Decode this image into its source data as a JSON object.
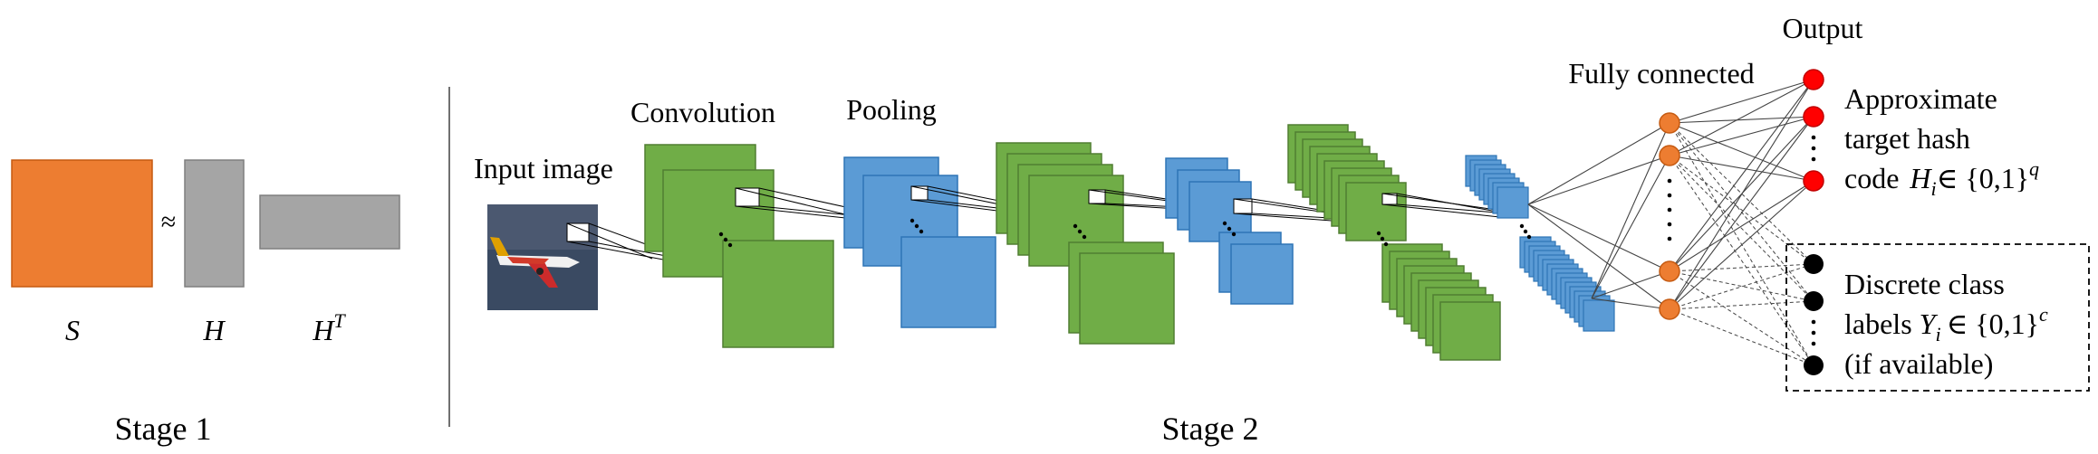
{
  "stage1": {
    "approx_symbol": "≈",
    "label_s": "S",
    "label_h": "H",
    "label_ht_base": "H",
    "label_ht_sup": "T",
    "stage_label": "Stage 1"
  },
  "stage2": {
    "input_label": "Input image",
    "convolution_label": "Convolution",
    "pooling_label": "Pooling",
    "fully_connected_label": "Fully connected",
    "output_label": "Output",
    "hash_line1": "Approximate",
    "hash_line2": "target hash",
    "hash_line3_prefix": "code",
    "hash_var": "H",
    "hash_sub": "i",
    "hash_set": "∈ {0,1}",
    "hash_sup": "q",
    "class_line1": "Discrete class",
    "class_line2_prefix": "labels",
    "class_var": "Y",
    "class_sub": "i",
    "class_set": "∈ {0,1}",
    "class_sup": "c",
    "class_line3": "(if available)",
    "stage_label": "Stage 2"
  },
  "colors": {
    "orange": "#ED7D31",
    "gray": "#A5A5A5",
    "green": "#70AD47",
    "blue": "#5B9BD5",
    "red": "#FF0000",
    "black": "#000000"
  }
}
